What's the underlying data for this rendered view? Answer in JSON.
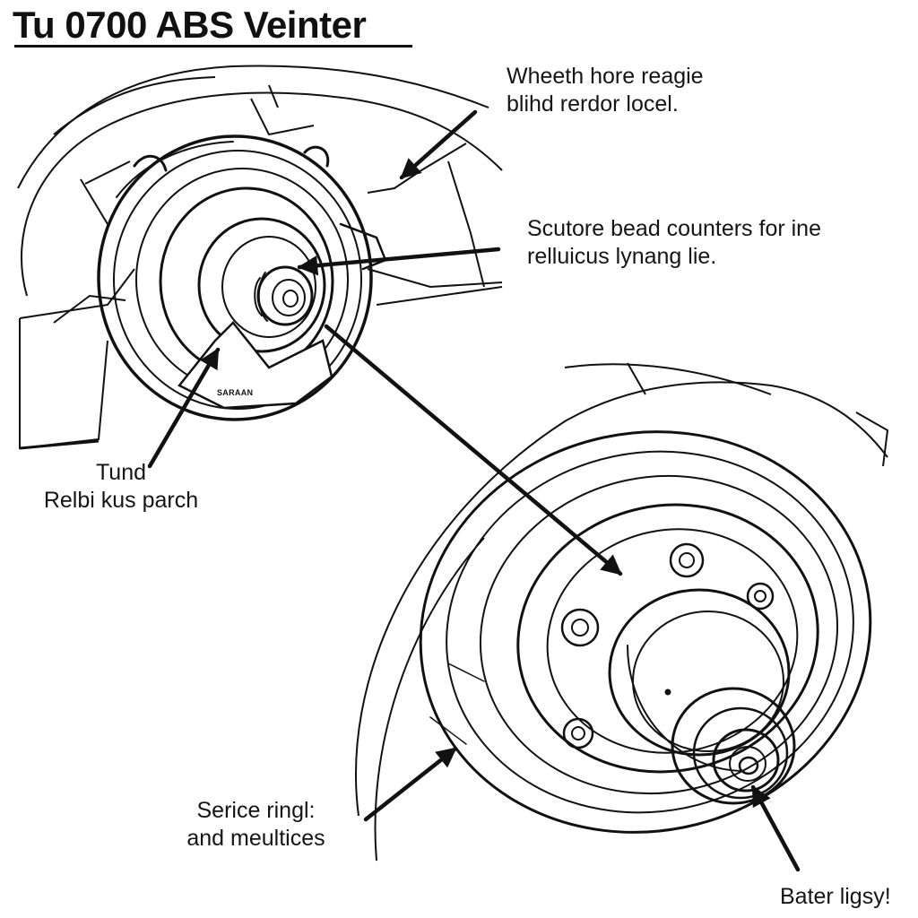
{
  "title": "Tu 0700 ABS Veinter",
  "callouts": {
    "top_right": {
      "line1": "Wheeth hore reagie",
      "line2": "blihd rerdor locel."
    },
    "middle_right": {
      "line1": "Scutore bead counters for ine",
      "line2": "relluicus lynang lie."
    },
    "left": {
      "line1": "Tund",
      "line2": "Relbi kus parch"
    },
    "bottom_left": {
      "line1": "Serice ringl:",
      "line2": "and meultices"
    },
    "bottom_right": {
      "line1": "Bater ligsy!"
    }
  },
  "sensor_stamp": "SARAAN",
  "colors": {
    "ink": "#111111",
    "paper": "#ffffff"
  }
}
